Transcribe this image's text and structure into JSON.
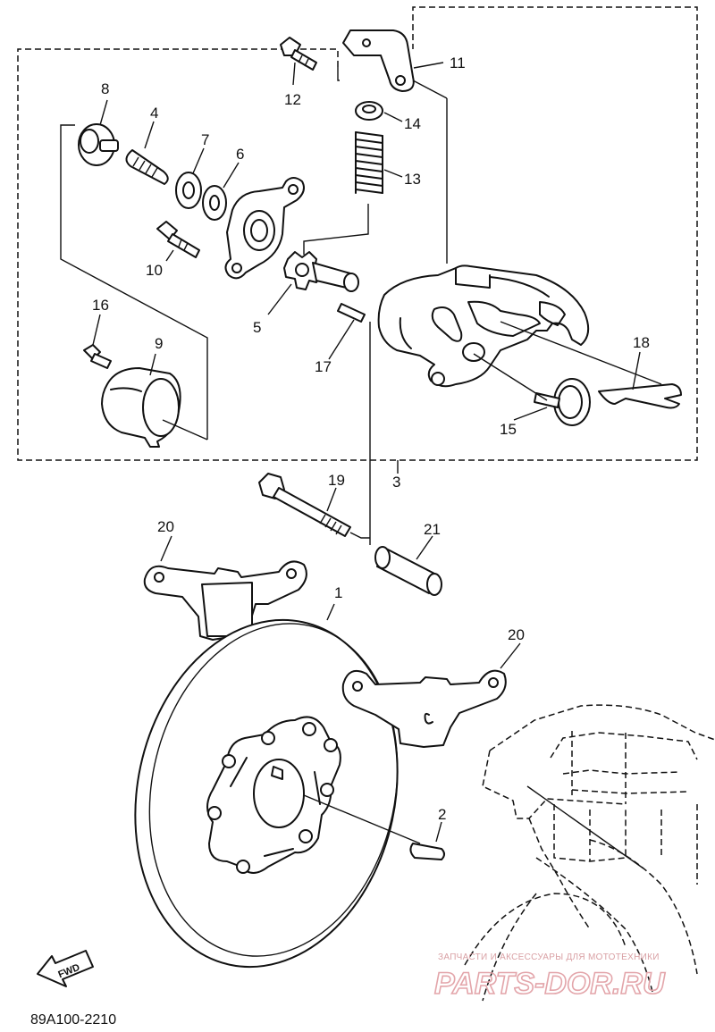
{
  "diagram": {
    "callouts": [
      "1",
      "2",
      "3",
      "4",
      "5",
      "6",
      "7",
      "8",
      "9",
      "10",
      "11",
      "12",
      "13",
      "14",
      "15",
      "16",
      "17",
      "18",
      "19",
      "20",
      "20",
      "21"
    ],
    "direction_label": "FWD",
    "drawing_code": "89A100-2210",
    "watermark": {
      "tagline": "ЗАПЧАСТИ И АКСЕССУАРЫ ДЛЯ МОТОТЕХНИКИ",
      "site": "PARTS-DOR.RU"
    }
  }
}
